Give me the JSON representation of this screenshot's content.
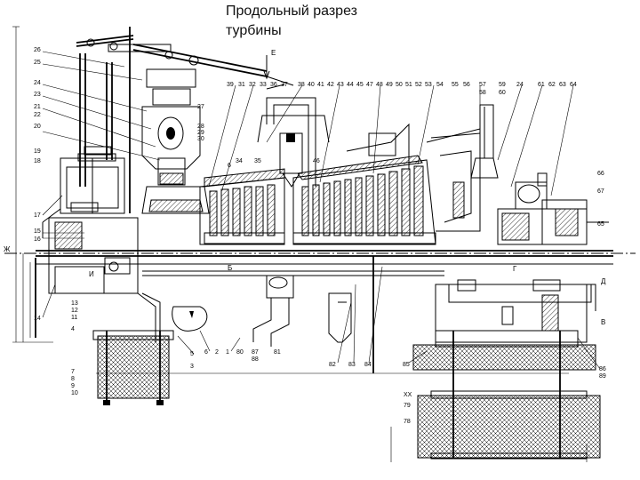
{
  "title": "Продольный разрез\nтурбины",
  "callouts": {
    "top": [
      "39",
      "31",
      "32",
      "33",
      "36",
      "37",
      "38",
      "40",
      "41",
      "42",
      "43",
      "44",
      "45",
      "47",
      "48",
      "49",
      "50",
      "51",
      "52",
      "53",
      "54",
      "55",
      "56",
      "57",
      "58",
      "59",
      "60",
      "24",
      "61",
      "62",
      "63",
      "64"
    ],
    "left": [
      "26",
      "25",
      "24",
      "23",
      "21",
      "22",
      "20",
      "19",
      "18",
      "17",
      "15",
      "16",
      "14",
      "13",
      "12",
      "11",
      "4"
    ],
    "inner": [
      "27",
      "28",
      "29",
      "30",
      "6",
      "34",
      "35",
      "46",
      "66",
      "67",
      "65",
      "И",
      "Б",
      "Г",
      "Д",
      "В",
      "E",
      "Ж",
      "XX"
    ],
    "bottom": [
      "5",
      "3",
      "6",
      "2",
      "1",
      "80",
      "87",
      "88",
      "81",
      "82",
      "83",
      "84",
      "85",
      "86",
      "89",
      "79",
      "78",
      "7",
      "8",
      "9",
      "10"
    ]
  }
}
